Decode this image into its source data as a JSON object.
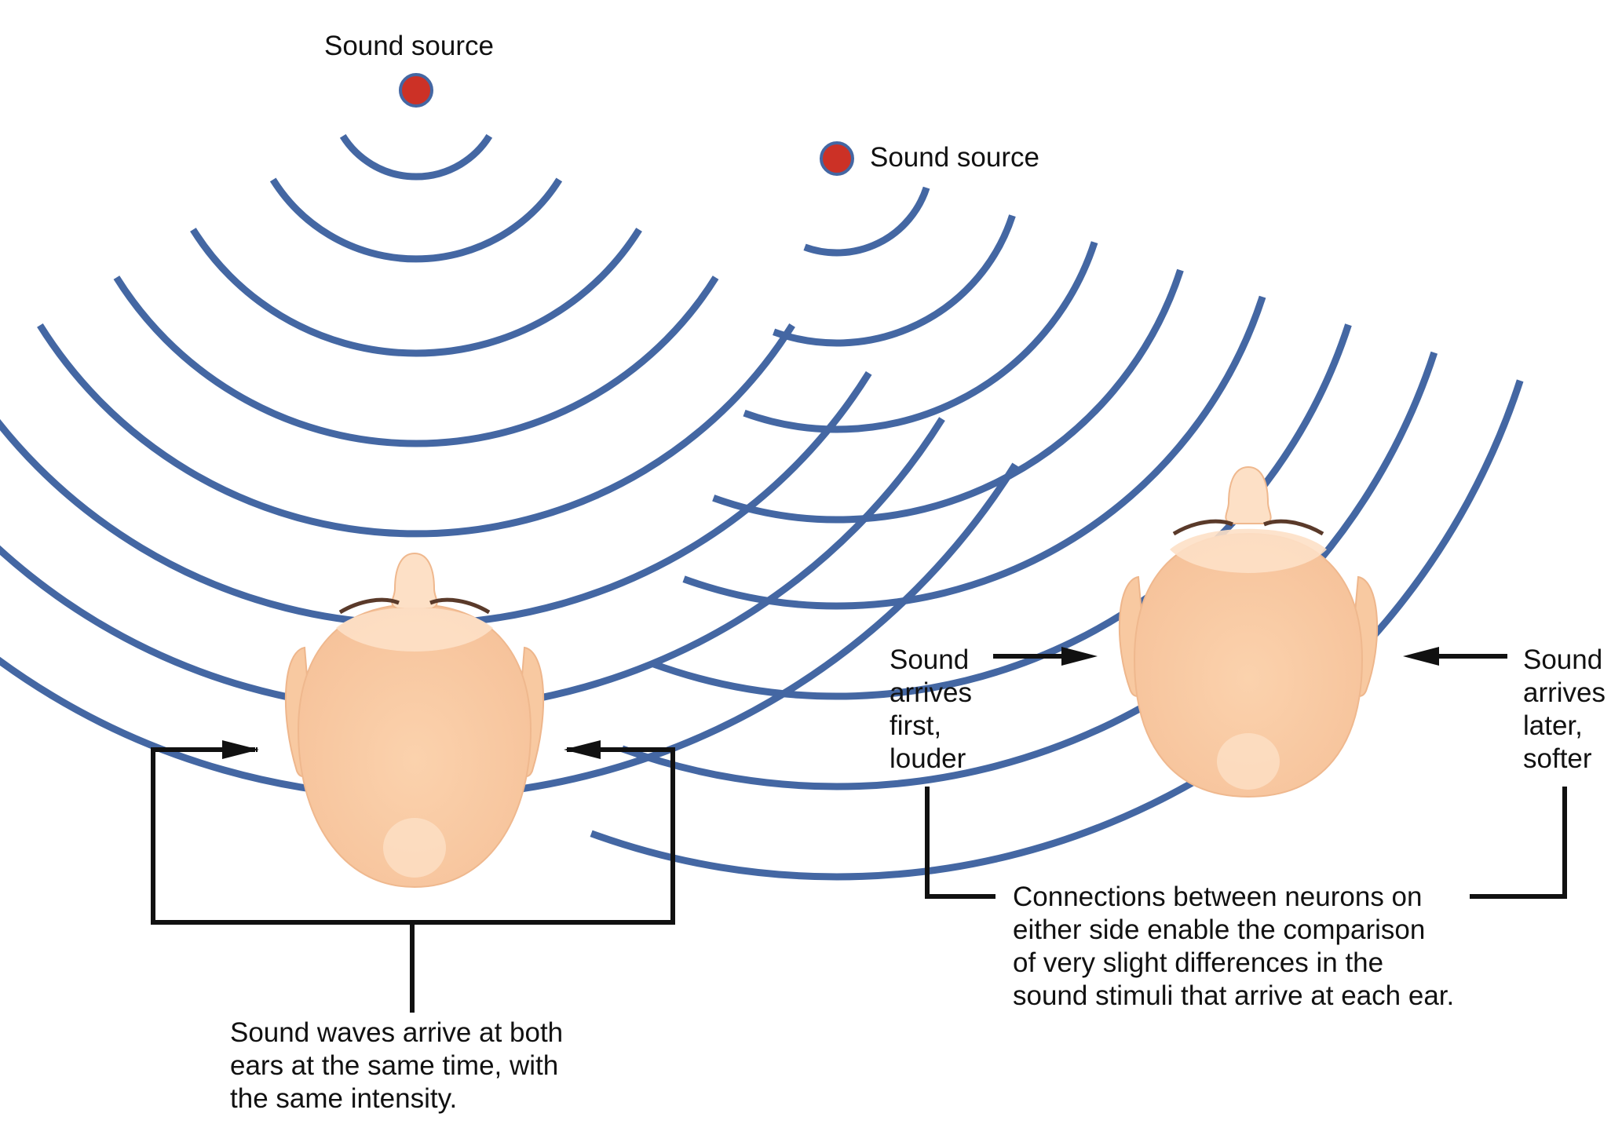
{
  "colors": {
    "wave": "#4467a3",
    "source_fill": "#cc3126",
    "source_stroke": "#4467a3",
    "skin": "#f8c9a1",
    "skin_light": "#fde0c6",
    "skin_shadow": "#eeaf84",
    "bracket": "#111111",
    "text": "#111111"
  },
  "left_panel": {
    "source_label": "Sound source",
    "caption": [
      "Sound waves arrive at both",
      "ears at the same time, with",
      "the same intensity."
    ]
  },
  "right_panel": {
    "source_label": "Sound source",
    "left_ear_label": [
      "Sound",
      "arrives",
      "first,",
      "louder"
    ],
    "right_ear_label": [
      "Sound",
      "arrives",
      "later,",
      "softer"
    ],
    "caption": [
      "Connections between neurons on",
      "either side enable the comparison",
      "of very slight differences in the",
      "sound stimuli that arrive at each ear."
    ]
  }
}
